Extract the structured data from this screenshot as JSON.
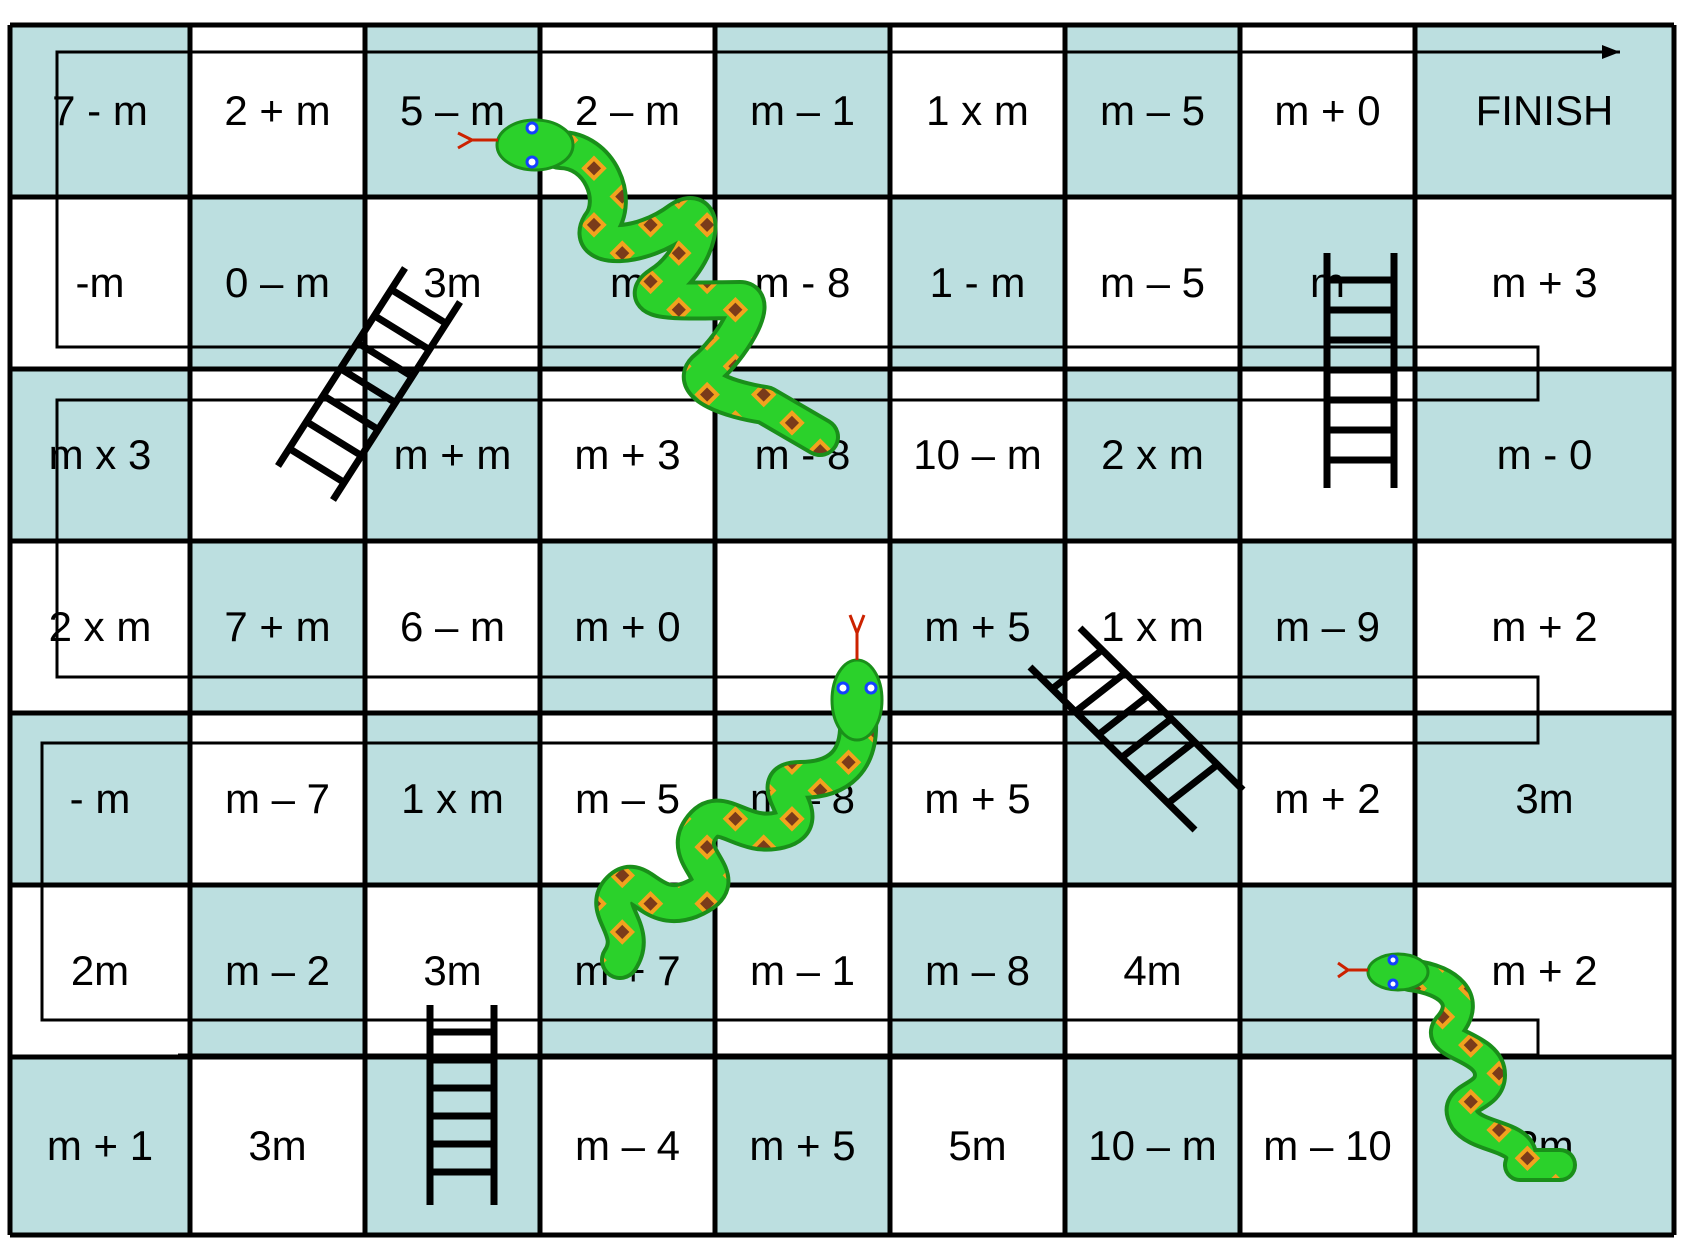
{
  "board": {
    "rows": [
      [
        {
          "text": "7 - m",
          "shade": "teal"
        },
        {
          "text": "2 + m",
          "shade": "white"
        },
        {
          "text": "5 – m",
          "shade": "teal"
        },
        {
          "text": "2 – m",
          "shade": "white"
        },
        {
          "text": "m – 1",
          "shade": "teal"
        },
        {
          "text": "1 x m",
          "shade": "white"
        },
        {
          "text": "m – 5",
          "shade": "teal"
        },
        {
          "text": "m + 0",
          "shade": "white"
        },
        {
          "text": "FINISH",
          "shade": "teal"
        }
      ],
      [
        {
          "text": "-m",
          "shade": "white"
        },
        {
          "text": "0 – m",
          "shade": "teal"
        },
        {
          "text": "3m",
          "shade": "white"
        },
        {
          "text": "m",
          "shade": "teal"
        },
        {
          "text": "m - 8",
          "shade": "white"
        },
        {
          "text": "1 - m",
          "shade": "teal"
        },
        {
          "text": "m – 5",
          "shade": "white"
        },
        {
          "text": "m",
          "shade": "teal"
        },
        {
          "text": "m + 3",
          "shade": "white"
        }
      ],
      [
        {
          "text": "m x 3",
          "shade": "teal"
        },
        {
          "text": "",
          "shade": "white"
        },
        {
          "text": "m + m",
          "shade": "teal"
        },
        {
          "text": "m + 3",
          "shade": "white"
        },
        {
          "text": "m - 8",
          "shade": "teal"
        },
        {
          "text": "10 – m",
          "shade": "white"
        },
        {
          "text": "2 x m",
          "shade": "teal"
        },
        {
          "text": "",
          "shade": "white"
        },
        {
          "text": "m - 0",
          "shade": "teal"
        }
      ],
      [
        {
          "text": "2 x m",
          "shade": "white"
        },
        {
          "text": "7 + m",
          "shade": "teal"
        },
        {
          "text": "6 – m",
          "shade": "white"
        },
        {
          "text": "m + 0",
          "shade": "teal"
        },
        {
          "text": "",
          "shade": "white"
        },
        {
          "text": "m + 5",
          "shade": "teal"
        },
        {
          "text": "1 x m",
          "shade": "white"
        },
        {
          "text": "m – 9",
          "shade": "teal"
        },
        {
          "text": "m + 2",
          "shade": "white"
        }
      ],
      [
        {
          "text": "-   m",
          "shade": "teal"
        },
        {
          "text": "m – 7",
          "shade": "white"
        },
        {
          "text": "1 x m",
          "shade": "teal"
        },
        {
          "text": "m – 5",
          "shade": "white"
        },
        {
          "text": "m – 8",
          "shade": "teal"
        },
        {
          "text": "m + 5",
          "shade": "white"
        },
        {
          "text": "",
          "shade": "teal"
        },
        {
          "text": "m + 2",
          "shade": "white"
        },
        {
          "text": "3m",
          "shade": "teal"
        }
      ],
      [
        {
          "text": "2m",
          "shade": "white"
        },
        {
          "text": "m – 2",
          "shade": "teal"
        },
        {
          "text": "3m",
          "shade": "white"
        },
        {
          "text": "m + 7",
          "shade": "teal"
        },
        {
          "text": "m – 1",
          "shade": "white"
        },
        {
          "text": "m – 8",
          "shade": "teal"
        },
        {
          "text": "4m",
          "shade": "white"
        },
        {
          "text": "",
          "shade": "teal"
        },
        {
          "text": "m + 2",
          "shade": "white"
        }
      ],
      [
        {
          "text": "m + 1",
          "shade": "teal"
        },
        {
          "text": "3m",
          "shade": "white"
        },
        {
          "text": "",
          "shade": "teal"
        },
        {
          "text": "m – 4",
          "shade": "white"
        },
        {
          "text": "m + 5",
          "shade": "teal"
        },
        {
          "text": "5m",
          "shade": "white"
        },
        {
          "text": "10 – m",
          "shade": "teal"
        },
        {
          "text": "m – 10",
          "shade": "white"
        },
        {
          "text": "2m",
          "shade": "teal"
        }
      ]
    ],
    "colors": {
      "teal_cell": "#bcdfe0",
      "white_cell": "#ffffff",
      "grid_line": "#000000",
      "snake_body": "#2bd12b",
      "snake_diamond": "#7a3b1a",
      "snake_tongue": "#cc2200",
      "ladder": "#000000"
    }
  }
}
